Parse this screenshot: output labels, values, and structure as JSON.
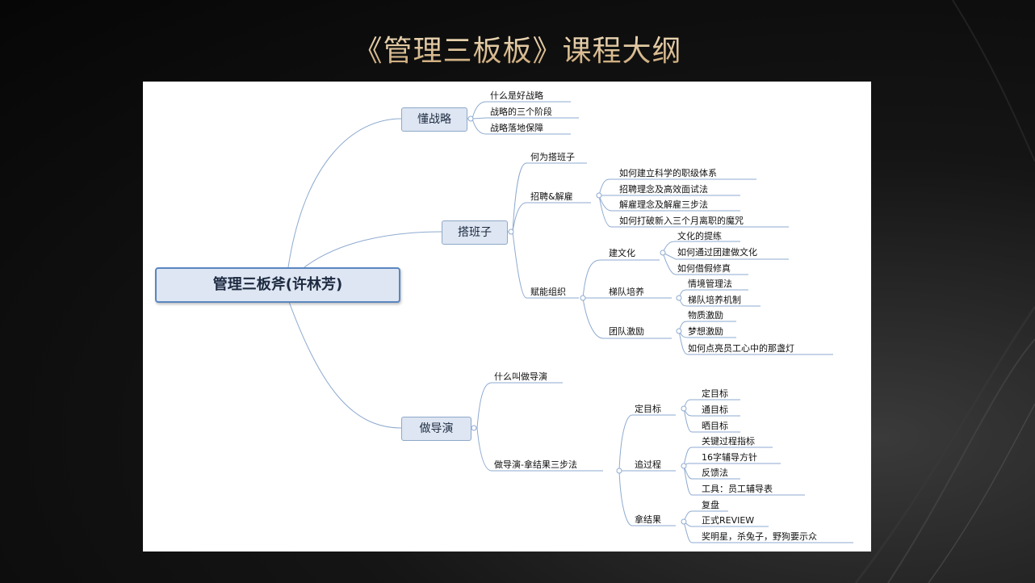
{
  "slide": {
    "title": "《管理三板板》课程大纲"
  },
  "mindmap": {
    "root": "管理三板斧(许林芳)",
    "b1": {
      "label": "懂战略",
      "items": [
        "什么是好战略",
        "战略的三个阶段",
        "战略落地保障"
      ]
    },
    "b2": {
      "label": "搭班子",
      "s1": "何为搭班子",
      "s2": {
        "label": "招聘&解雇",
        "items": [
          "如何建立科学的职级体系",
          "招聘理念及高效面试法",
          "解雇理念及解雇三步法",
          "如何打破新入三个月离职的魔咒"
        ]
      },
      "s3": {
        "label": "赋能组织",
        "g1": {
          "label": "建文化",
          "items": [
            "文化的提练",
            "如何通过团建做文化",
            "如何借假修真"
          ]
        },
        "g2": {
          "label": "梯队培养",
          "items": [
            "情境管理法",
            "梯队培养机制"
          ]
        },
        "g3": {
          "label": "团队激励",
          "items": [
            "物质激励",
            "梦想激励",
            "如何点亮员工心中的那盏灯"
          ]
        }
      }
    },
    "b3": {
      "label": "做导演",
      "s1": "什么叫做导演",
      "s2": {
        "label": "做导演-拿结果三步法",
        "g1": {
          "label": "定目标",
          "items": [
            "定目标",
            "通目标",
            "晒目标"
          ]
        },
        "g2": {
          "label": "追过程",
          "items": [
            "关键过程指标",
            "16字辅导方针",
            "反馈法",
            "工具：员工辅导表"
          ]
        },
        "g3": {
          "label": "拿结果",
          "items": [
            "复盘",
            "正式REVIEW",
            "奖明星，杀兔子，野狗要示众"
          ]
        }
      }
    }
  }
}
